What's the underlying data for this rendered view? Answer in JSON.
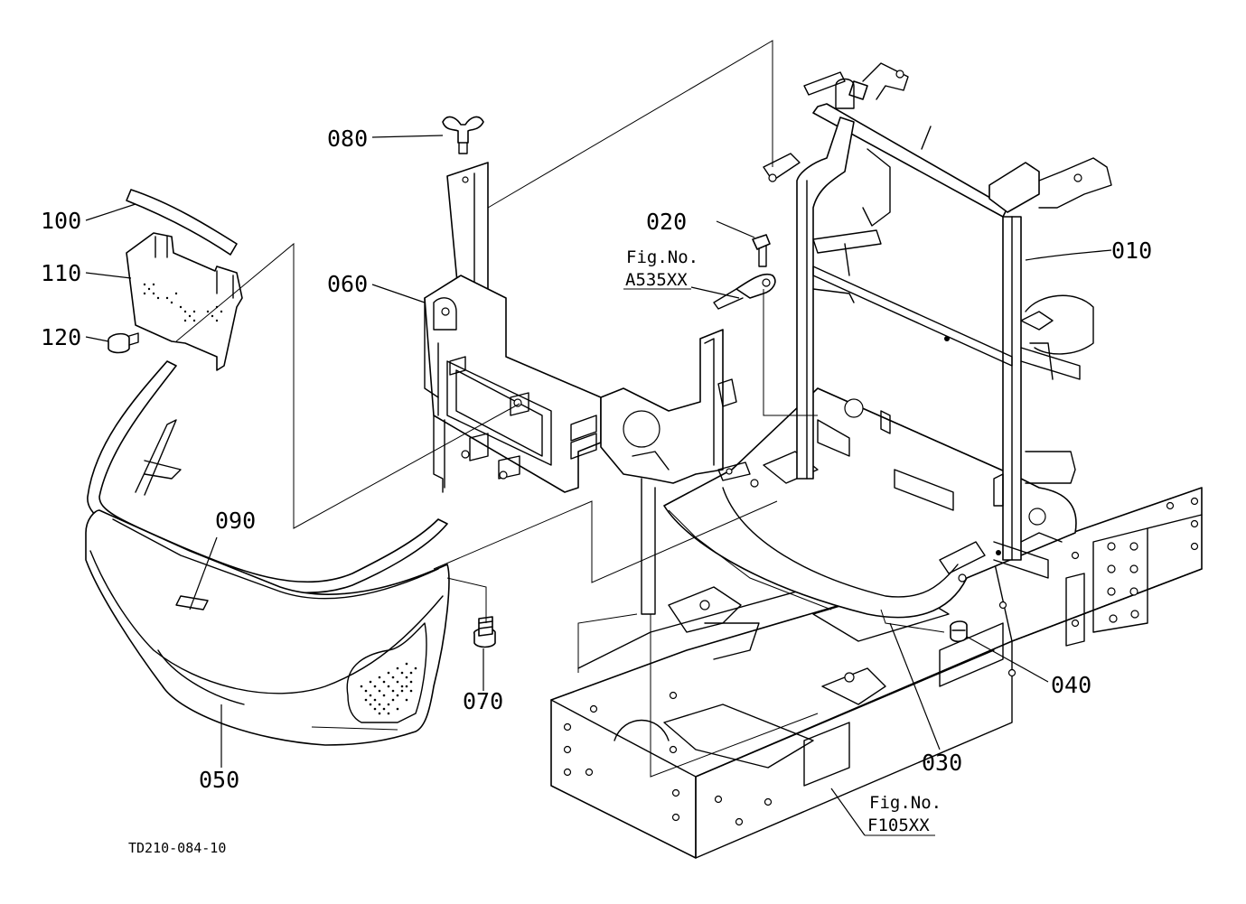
{
  "diagram": {
    "document_id": "TD210-084-10",
    "callouts": {
      "p010": "010",
      "p020": "020",
      "p030": "030",
      "p040": "040",
      "p050": "050",
      "p060": "060",
      "p070": "070",
      "p080": "080",
      "p090": "090",
      "p100": "100",
      "p110": "110",
      "p120": "120"
    },
    "figure_refs": {
      "ref1_label": "Fig.No.",
      "ref1_code": "A535XX",
      "ref2_label": "Fig.No.",
      "ref2_code": "F105XX"
    }
  }
}
